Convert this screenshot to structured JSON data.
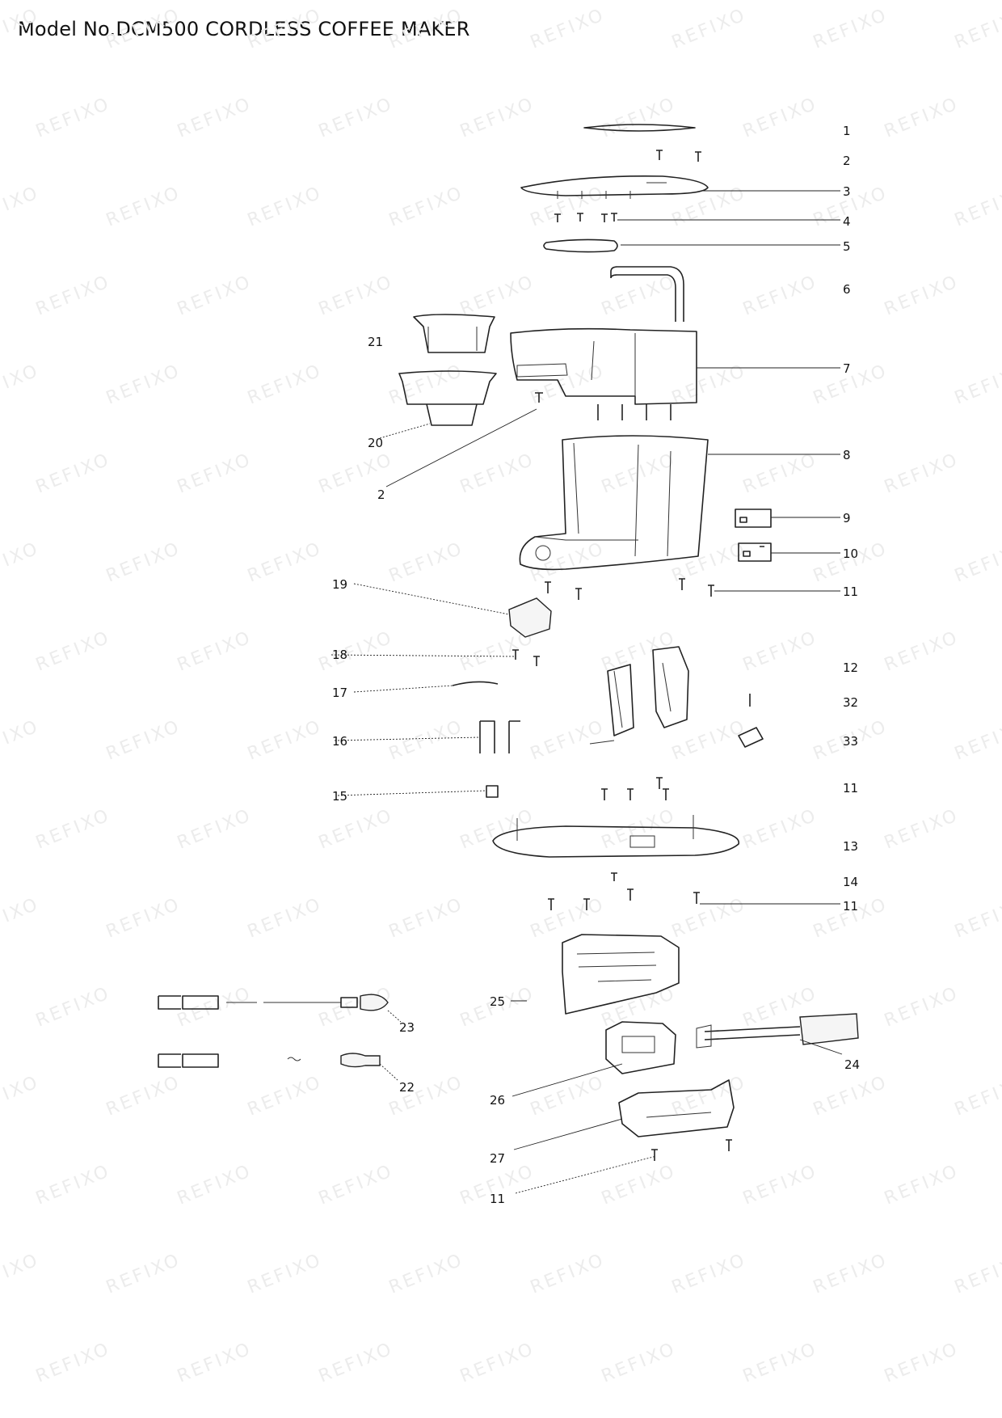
{
  "title": "Model No.DCM500 CORDLESS COFFEE MAKER",
  "watermark": "REFIXO",
  "part_labels": {
    "p1": "1",
    "p2a": "2",
    "p3": "3",
    "p4": "4",
    "p5": "5",
    "p6": "6",
    "p7": "7",
    "p8": "8",
    "p9": "9",
    "p10": "10",
    "p11a": "11",
    "p12": "12",
    "p32": "32",
    "p33": "33",
    "p11b": "11",
    "p13": "13",
    "p14": "14",
    "p11c": "11",
    "p21": "21",
    "p20": "20",
    "p2b": "2",
    "p19": "19",
    "p18": "18",
    "p17": "17",
    "p16": "16",
    "p15": "15",
    "p25": "25",
    "p23": "23",
    "p22": "22",
    "p24": "24",
    "p26": "26",
    "p27": "27",
    "p11d": "11"
  }
}
